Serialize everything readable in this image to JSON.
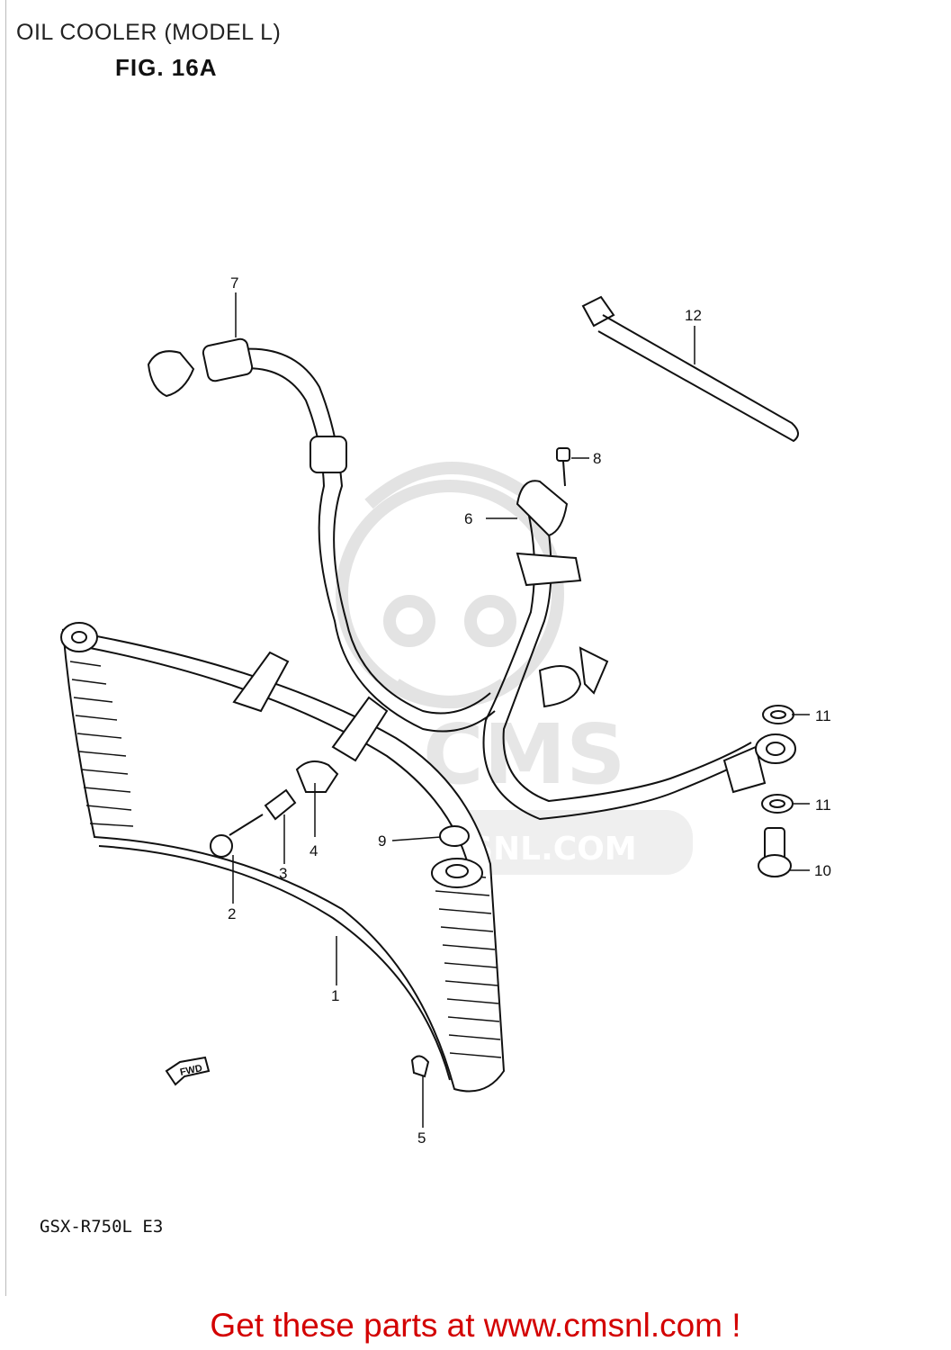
{
  "header": {
    "title": "OIL COOLER (MODEL L)",
    "figure": "FIG. 16A"
  },
  "callouts": [
    {
      "id": "1",
      "label": "1"
    },
    {
      "id": "2",
      "label": "2"
    },
    {
      "id": "3",
      "label": "3"
    },
    {
      "id": "4",
      "label": "4"
    },
    {
      "id": "5",
      "label": "5"
    },
    {
      "id": "6",
      "label": "6"
    },
    {
      "id": "7",
      "label": "7"
    },
    {
      "id": "8",
      "label": "8"
    },
    {
      "id": "9",
      "label": "9"
    },
    {
      "id": "10",
      "label": "10"
    },
    {
      "id": "11a",
      "label": "11"
    },
    {
      "id": "11b",
      "label": "11"
    },
    {
      "id": "12",
      "label": "12"
    }
  ],
  "direction_marker": "FWD",
  "model_code": "GSX-R750L  E3",
  "watermark": {
    "logo_text": "CMS",
    "url": "WWW.CMSNL.COM"
  },
  "footer": {
    "cta": "Get these parts at www.cmsnl.com !"
  },
  "colors": {
    "line": "#111111",
    "cta": "#d30000",
    "watermark": "#e3e3e3"
  }
}
